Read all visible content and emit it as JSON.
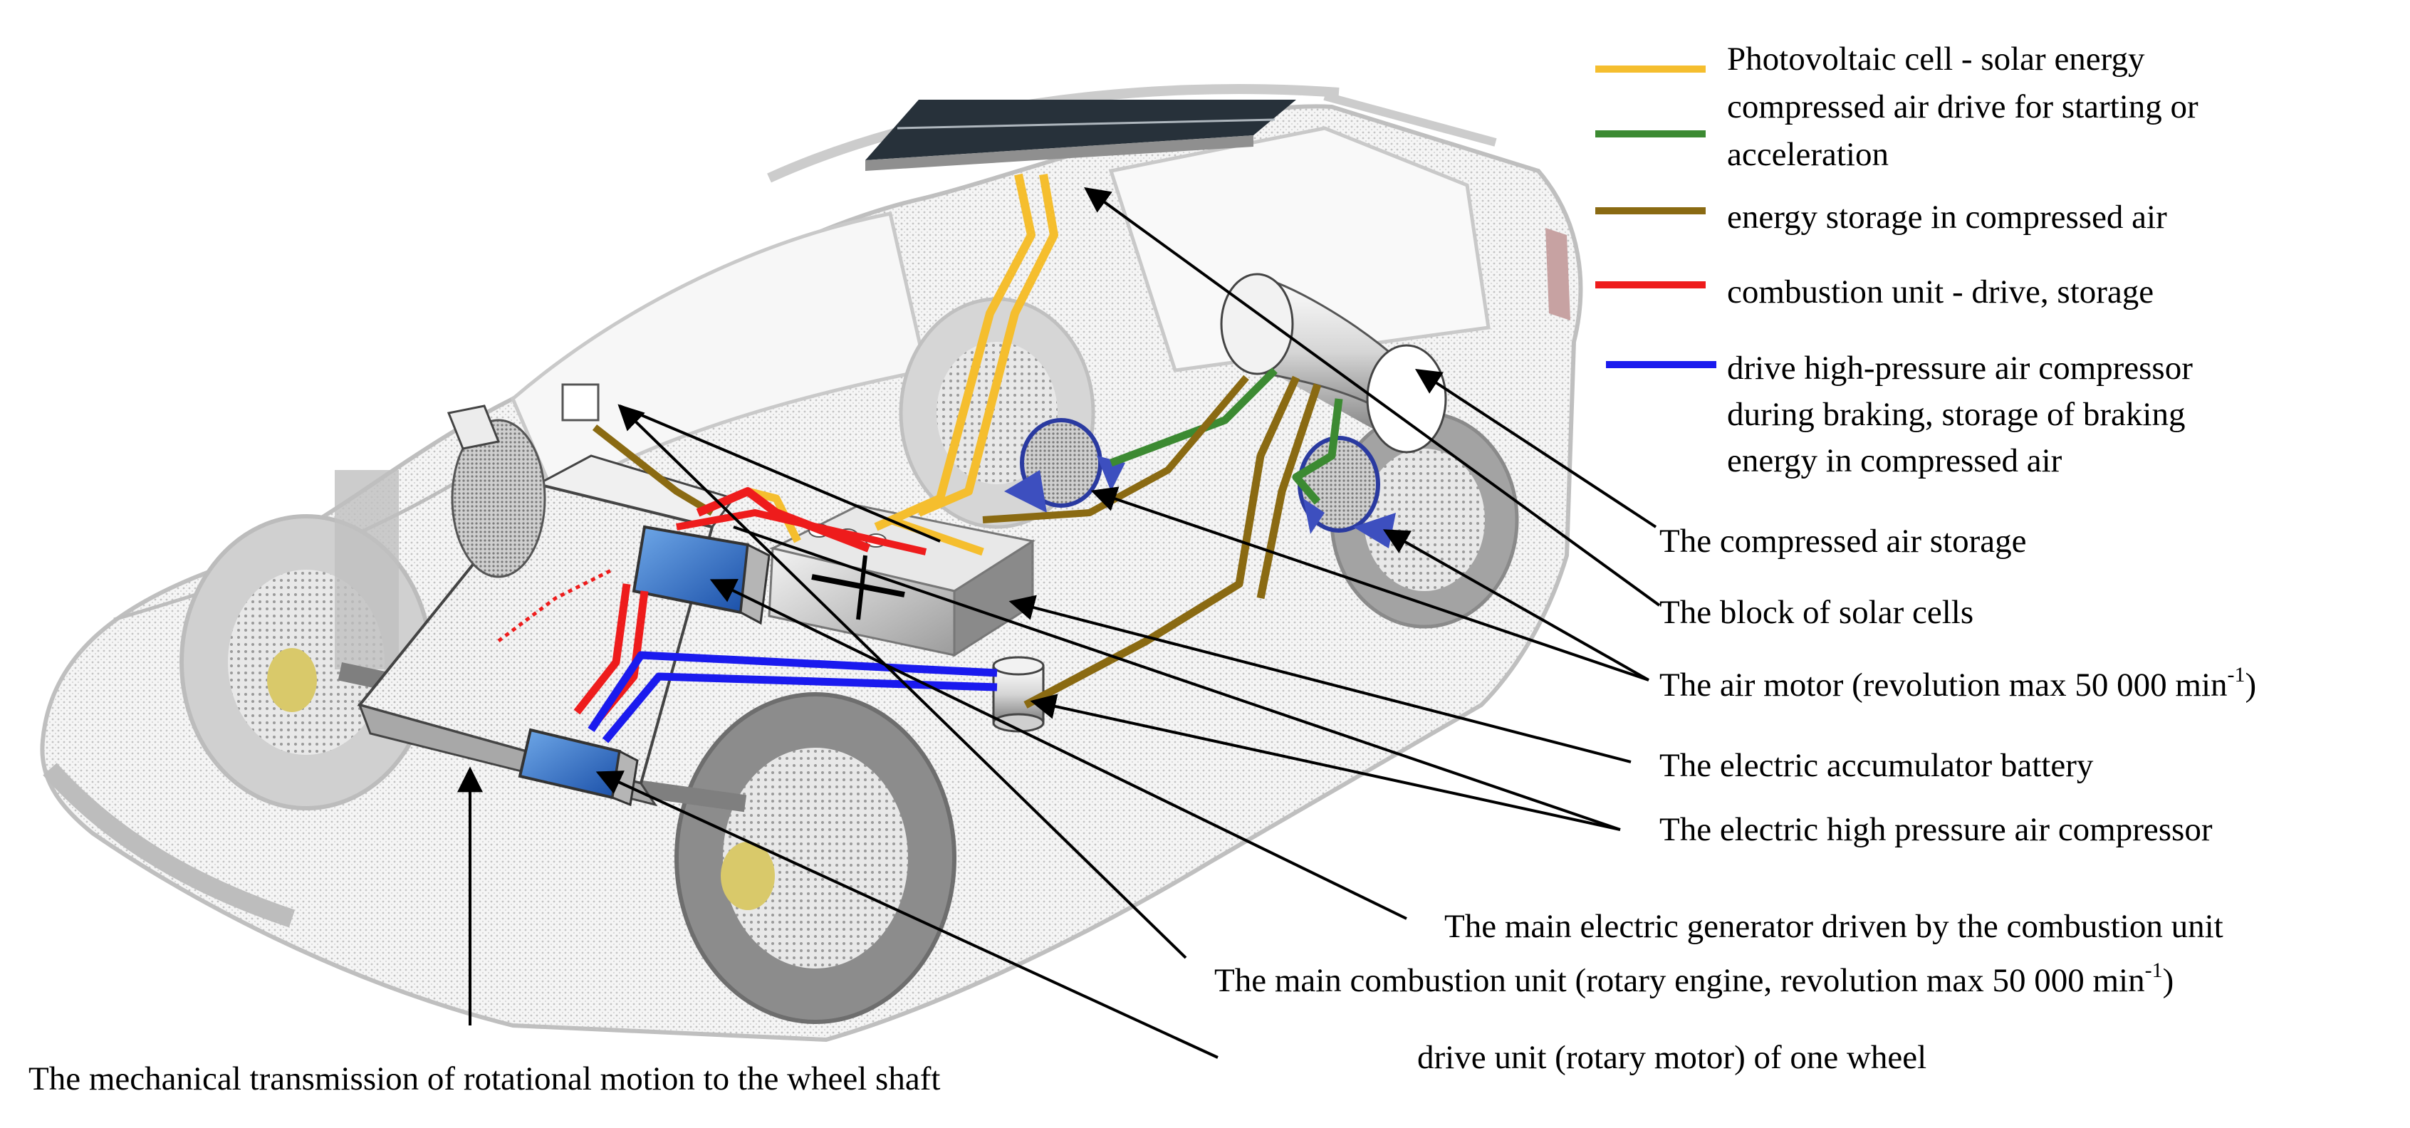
{
  "legend": [
    {
      "lines": [
        "Photovoltaic cell - solar energy"
      ],
      "color": "#f5be2e"
    },
    {
      "lines": [
        "compressed air drive for starting or",
        "acceleration"
      ],
      "color": "#3c8a32"
    },
    {
      "lines": [
        "energy storage in compressed air"
      ],
      "color": "#8a6a12"
    },
    {
      "lines": [
        "combustion unit - drive, storage"
      ],
      "color": "#ee1c1c"
    },
    {
      "lines": [
        "drive high-pressure air compressor",
        "during braking, storage of braking",
        "energy in compressed air"
      ],
      "color": "#1a1aee"
    }
  ],
  "labels": {
    "air_storage": "The compressed air storage",
    "solar_block": "The block of solar cells",
    "air_motor": "The air motor (revolution  max 50 000 min",
    "air_motor_sup": "-1",
    "air_motor_end": ")",
    "battery": "The electric accumulator battery",
    "compressor": "The electric high pressure air compressor",
    "generator": "The main electric generator driven by the combustion unit",
    "combustion": "The main combustion unit (rotary engine, revolution max 50 000 min",
    "combustion_sup": "-1",
    "combustion_end": ")",
    "wheel_drive": "drive unit (rotary motor) of one wheel",
    "transmission": "The mechanical transmission of rotational motion to the wheel shaft"
  }
}
